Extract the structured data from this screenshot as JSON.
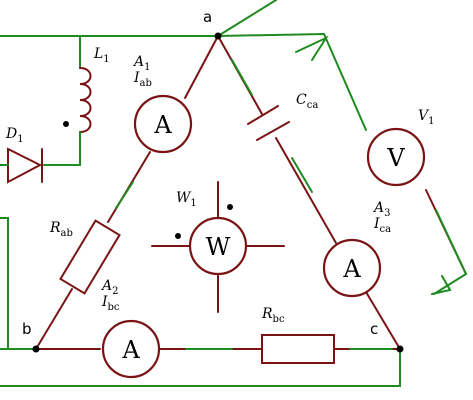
{
  "colors": {
    "red_wire": "#7a1414",
    "green_wire": "#1f8a1f",
    "node": "#000000",
    "text": "#000000"
  },
  "nodes": {
    "a": "a",
    "b": "b",
    "c": "c"
  },
  "instruments": {
    "A1": {
      "letter": "A",
      "name": "A",
      "name_sub": "1",
      "current": "I",
      "current_sub": "ab"
    },
    "A2": {
      "letter": "A",
      "name": "A",
      "name_sub": "2",
      "current": "I",
      "current_sub": "bc"
    },
    "A3": {
      "letter": "A",
      "name": "A",
      "name_sub": "3",
      "current": "I",
      "current_sub": "ca"
    },
    "V1": {
      "letter": "V",
      "name": "V",
      "name_sub": "1"
    },
    "W1": {
      "letter": "W",
      "name": "W",
      "name_sub": "1"
    }
  },
  "components": {
    "L1": {
      "name": "L",
      "sub": "1"
    },
    "D1": {
      "name": "D",
      "sub": "1"
    },
    "Cca": {
      "name": "C",
      "sub": "ca"
    },
    "Rab": {
      "name": "R",
      "sub": "ab"
    },
    "Rbc": {
      "name": "R",
      "sub": "bc"
    }
  }
}
